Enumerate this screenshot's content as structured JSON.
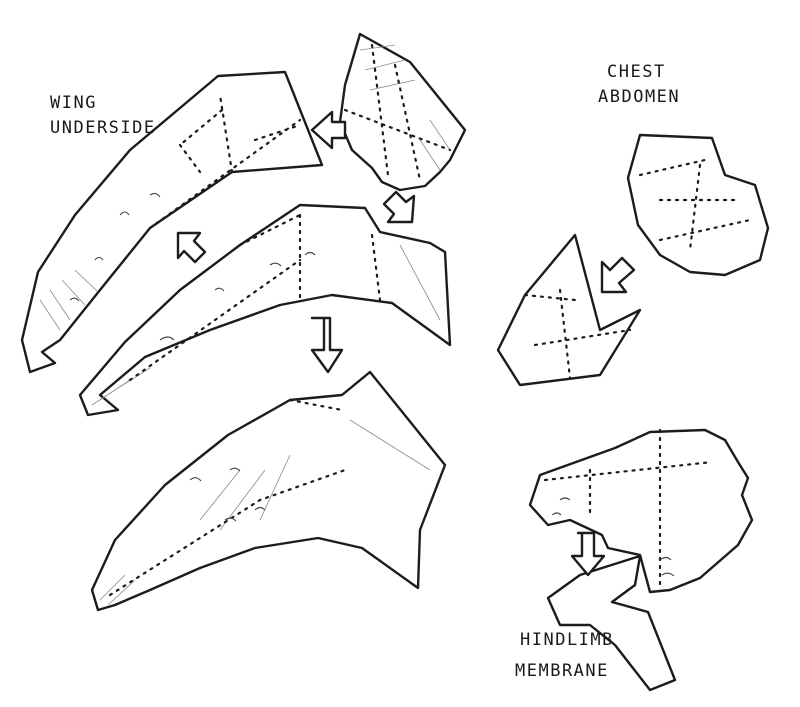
{
  "labels": {
    "wing_underside_line1": "WING",
    "wing_underside_line2": "UNDERSIDE",
    "chest_line1": "CHEST",
    "chest_line2": "ABDOMEN",
    "hindlimb_line1": "HINDLIMB",
    "hindlimb_line2": "MEMBRANE"
  }
}
